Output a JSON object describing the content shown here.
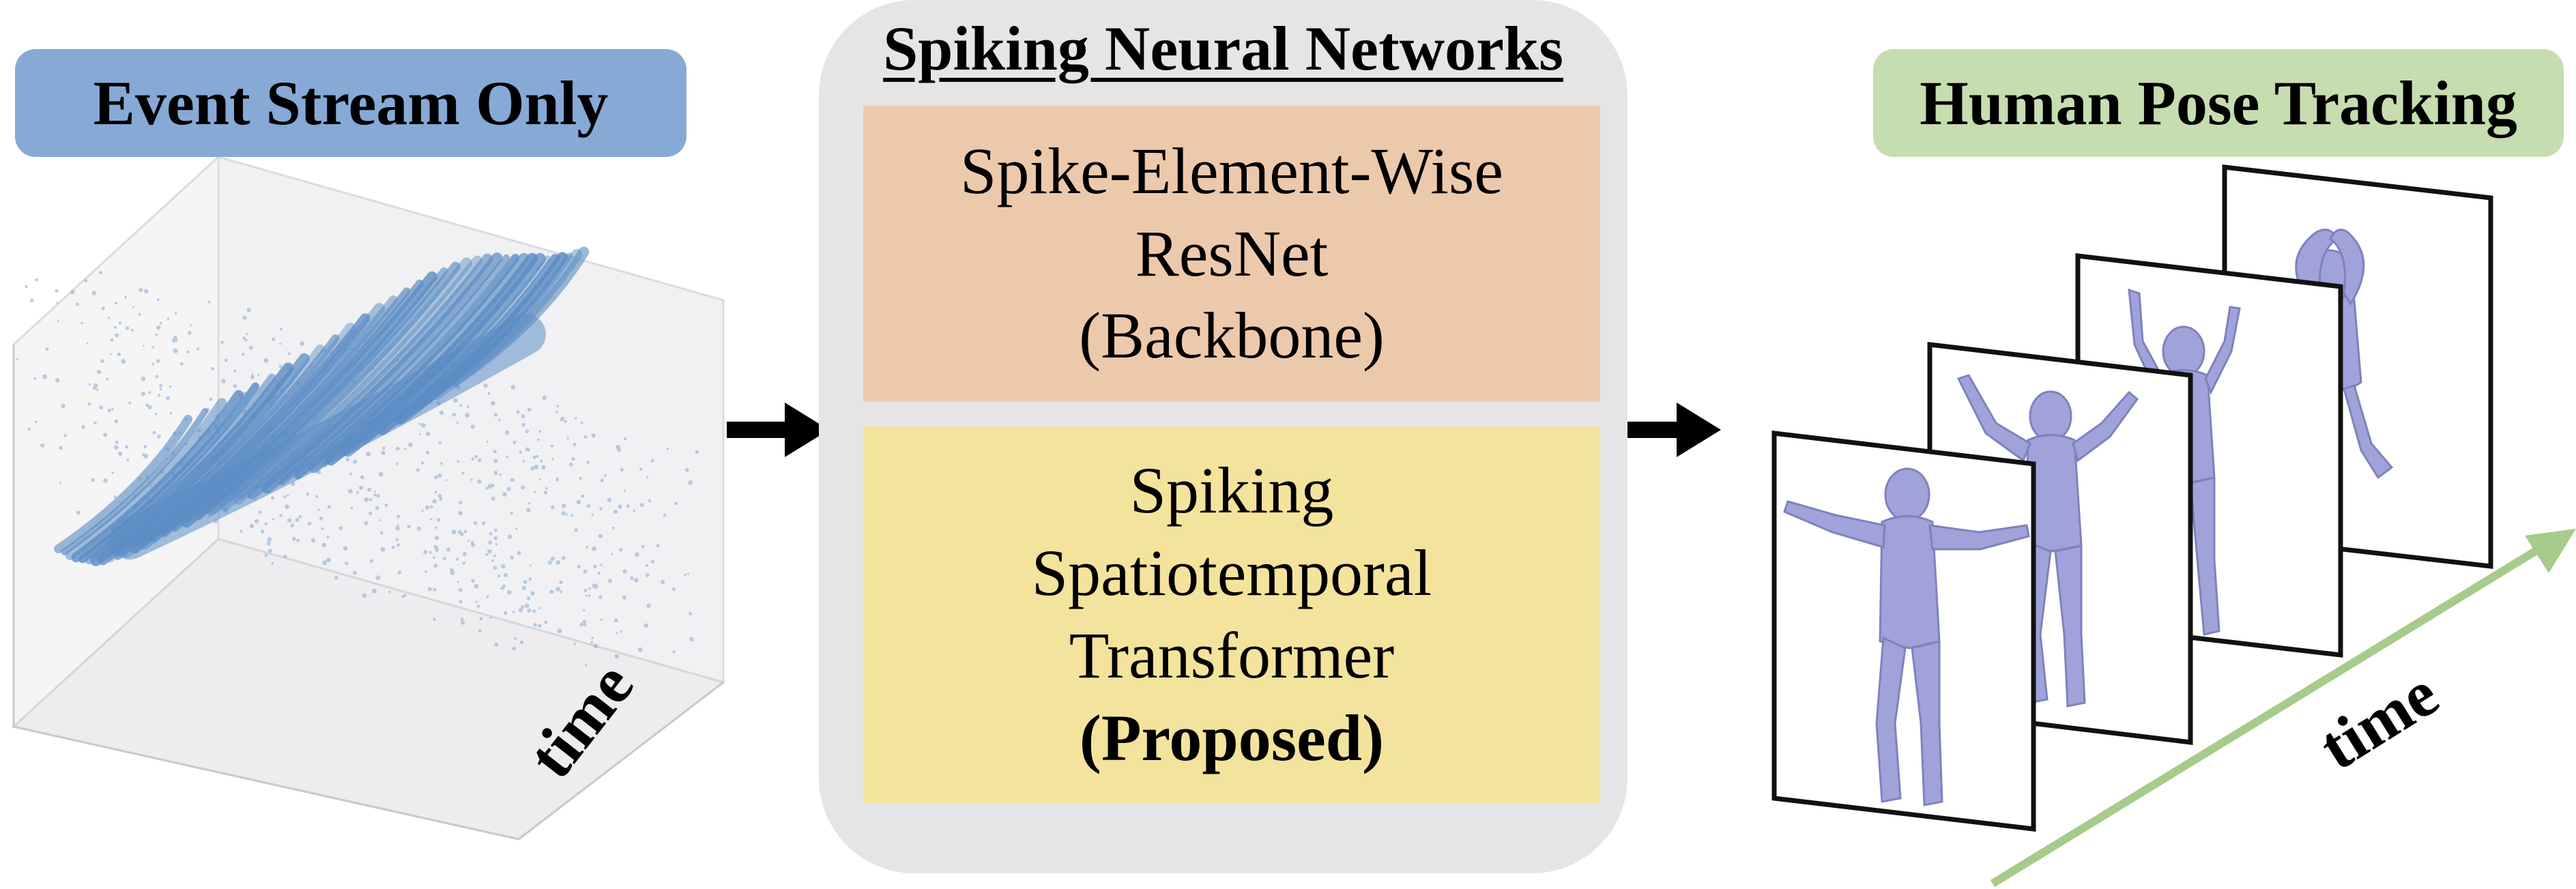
{
  "left_panel": {
    "label": "Event Stream Only",
    "time_label": "time"
  },
  "center_panel": {
    "title": "Spiking Neural Networks",
    "backbone_block": {
      "lines": [
        "Spike-Element-Wise",
        "ResNet",
        "(Backbone)"
      ]
    },
    "proposed_block": {
      "lines": [
        "Spiking",
        "Spatiotemporal",
        "Transformer"
      ],
      "emphasis": "(Proposed)"
    }
  },
  "right_panel": {
    "label": "Human Pose Tracking",
    "time_label": "time",
    "frame_count": 4
  },
  "colors": {
    "event_label_bg": "#87a9d6",
    "pose_label_bg": "#c6ddb0",
    "snn_container_bg": "#e5e5e7",
    "backbone_bg": "#edc9ac",
    "proposed_bg": "#f4e39c",
    "event_points": "#5b8cc4",
    "body_mesh": "#9fa3d9",
    "time_arrow": "#a6cb8a"
  }
}
